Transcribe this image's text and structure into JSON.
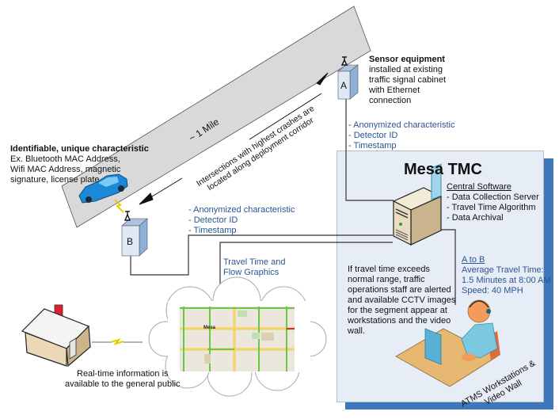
{
  "sensor_a": {
    "label": "A",
    "title": "Sensor equipment",
    "desc": [
      "installed at existing",
      "traffic signal cabinet",
      "with Ethernet",
      "connection"
    ]
  },
  "sensor_b": {
    "label": "B"
  },
  "data_a": [
    "- Anonymized characteristic",
    "- Detector ID",
    "- Timestamp"
  ],
  "data_b": [
    "- Anonymized characteristic",
    "- Detector ID",
    "- Timestamp"
  ],
  "vehicle": {
    "title": "Identifiable, unique characteristic",
    "desc": [
      "Ex. Bluetooth MAC Address,",
      "Wifi MAC Address, magnetic",
      "signature, license plate"
    ]
  },
  "road": {
    "distance_label": "~ 1 Mile",
    "note": [
      "Intersections with highest crashes are",
      "located along deployment corridor"
    ]
  },
  "tmc": {
    "title": "Mesa TMC",
    "software_title": "Central Software",
    "software_items": [
      "- Data Collection Server",
      "- Travel Time Algorithm",
      "- Data Archival"
    ],
    "segment_title": "A to B",
    "segment_lines": [
      "Average Travel Time:",
      "1.5 Minutes at 8:00 AM",
      "Speed: 40 MPH"
    ],
    "alert_text": [
      "If travel time exceeds",
      "normal range, traffic",
      "operations staff are alerted",
      "and available CCTV images",
      "for the segment appear at",
      "workstations and the video",
      "wall."
    ],
    "workstation_label": [
      "ATMS Workstations &",
      "Video Wall"
    ],
    "shadow_color": "#3f77bd",
    "panel_color": "#e7edf6"
  },
  "graphics": {
    "label": [
      "Travel Time and",
      "Flow Graphics"
    ],
    "map_city_label": "Mesa"
  },
  "public": {
    "label": [
      "Real-time information is",
      "available to the general public"
    ]
  },
  "colors": {
    "accent_text": "#2a5592",
    "road": "#d9d9d9",
    "flow_green": "#6cc644",
    "flow_yellow": "#f4d35e"
  }
}
